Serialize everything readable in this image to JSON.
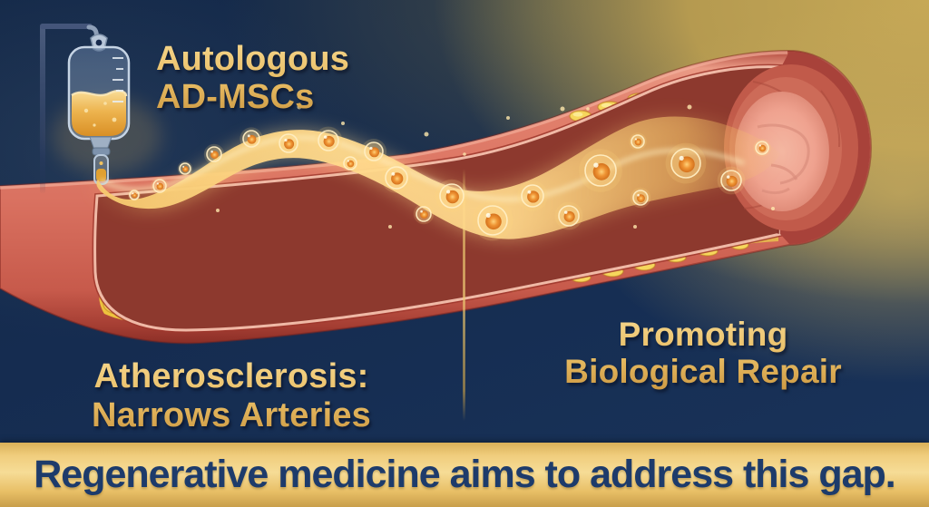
{
  "page": {
    "type": "medical-infographic",
    "topic": "Autologous AD-MSC therapy for atherosclerosis"
  },
  "iv_label": {
    "line1": "Autologous",
    "line2": "AD-MSCs"
  },
  "diseased_label": {
    "line1": "Atherosclerosis:",
    "line2": "Narrows Arteries"
  },
  "repair_label": {
    "line1": "Promoting",
    "line2": "Biological Repair"
  },
  "banner": {
    "text": "Regenerative medicine aims to address this gap."
  },
  "colors": {
    "background_navy": "#14294d",
    "background_gold": "#c2a355",
    "label_gold": "#e8bc63",
    "banner_gold": "#f0cd7d",
    "banner_text_navy": "#1d3b6b",
    "artery_wall_red": "#d96f5e",
    "plaque_yellow": "#f2cc44",
    "lumen_dark_red": "#8d392e",
    "healthy_lumen_pink": "#eda28e",
    "cell_glow_gold": "#f9d27a"
  },
  "illustration_icons": {
    "iv_bag": "iv-drip-bag-icon",
    "stream": "stem-cell-stream",
    "artery": "artery-cross-section",
    "divider": "section-divider-line"
  }
}
